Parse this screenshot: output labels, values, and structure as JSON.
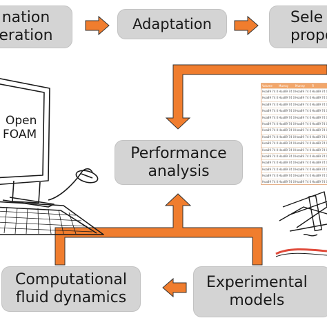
{
  "nodes": {
    "generation": "nation\neration",
    "adaptation": "Adaptation",
    "selection": "Sele\npropo",
    "performance": "Performance\nanalysis",
    "cfd": "Computational\nfluid dynamics",
    "experimental": "Experimental\nmodels"
  },
  "computer": {
    "screen_text": "Open\nFOAM"
  },
  "table": {
    "headers": [
      "Volume",
      "Murray",
      "Murray",
      "Fl"
    ],
    "cell": "Hoa89 74 0",
    "row_count": 16
  },
  "colors": {
    "arrow": "#f07d2e",
    "box_fill": "#d4d4d4"
  }
}
